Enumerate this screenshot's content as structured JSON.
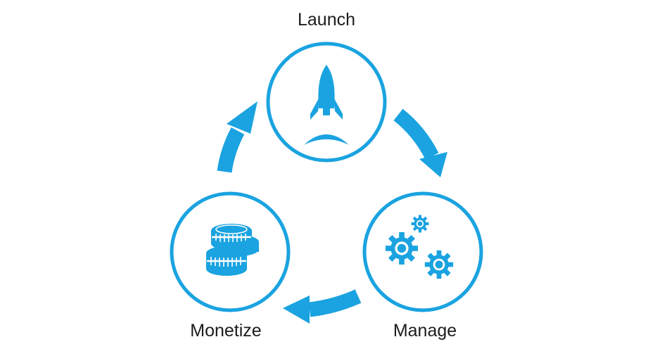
{
  "diagram": {
    "accent_color": "#1aa3e0",
    "stages": [
      {
        "label": "Launch",
        "icon": "rocket-icon"
      },
      {
        "label": "Manage",
        "icon": "gears-icon"
      },
      {
        "label": "Monetize",
        "icon": "coins-icon"
      }
    ]
  }
}
